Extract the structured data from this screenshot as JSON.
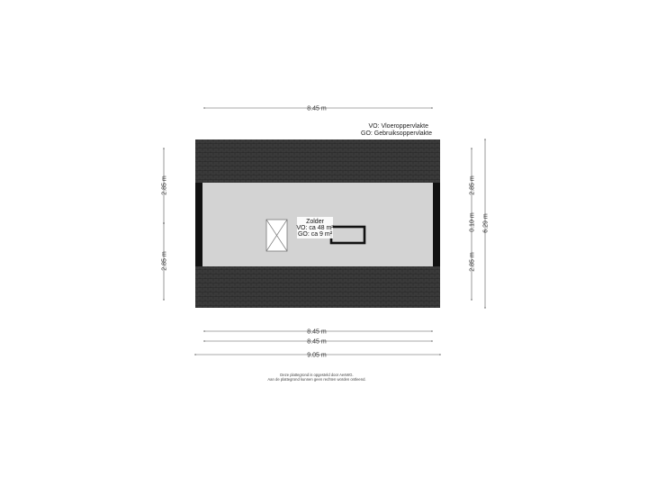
{
  "legend": {
    "vo": "VO: Vloeroppervlakte",
    "go": "GO: Gebruiksoppervlakte"
  },
  "room": {
    "name": "Zolder",
    "vo": "VO: ca 48 m²",
    "go": "GO: ca 9 m²"
  },
  "dimensions": {
    "top_width": "8.45 m",
    "bottom_inner_width": "8.45 m",
    "bottom_outer_width": "8.45 m",
    "bottom_total_width": "9.05 m",
    "left_upper_height": "2.85 m",
    "left_lower_height": "2.85 m",
    "right_upper_height": "2.85 m",
    "right_lower_height": "2.85 m",
    "right_middle": "0.10 m",
    "right_total_height": "6.29 m"
  },
  "footer": {
    "line1": "Deze plattegrond is opgesteld door AesWG.",
    "line2": "Aan de plattegrond kunnen geen rechten worden ontleend."
  },
  "colors": {
    "roof": "#3a3a3a",
    "floor": "#d3d3d3",
    "wall": "#111111"
  }
}
